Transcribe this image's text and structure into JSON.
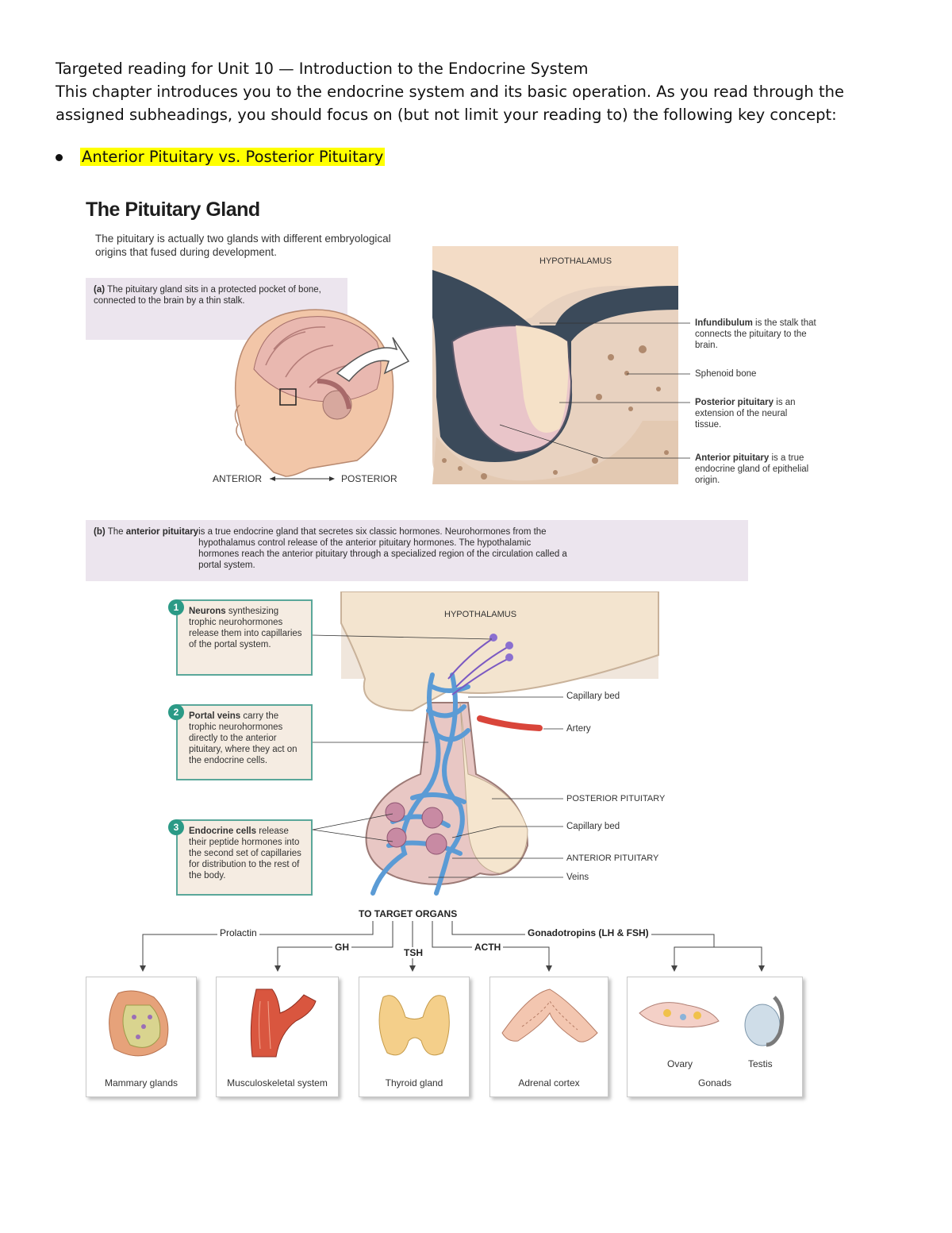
{
  "document": {
    "heading": "Targeted reading for Unit 10 — Introduction to the Endocrine System",
    "intro": "This chapter introduces you to the endocrine system and its basic operation. As you read through the assigned subheadings, you should focus on (but not limit your reading to) the following key concept:",
    "key_concept": "Anterior Pituitary vs. Posterior Pituitary"
  },
  "figure": {
    "title": "The Pituitary Gland",
    "subtitle": "The pituitary is actually two glands with different embryological origins that fused during development.",
    "panel_a": {
      "letter": "(a)",
      "caption": "The pituitary gland sits in a protected pocket of bone, connected to the brain by a thin stalk.",
      "anterior": "ANTERIOR",
      "posterior": "POSTERIOR",
      "hypothalamus": "HYPOTHALAMUS",
      "infundibulum_bold": "Infundibulum",
      "infundibulum_text": " is the stalk that connects the pituitary to the brain.",
      "sphenoid": "Sphenoid bone",
      "posterior_bold": "Posterior pituitary",
      "posterior_text": " is an extension of the neural tissue.",
      "anterior_bold": "Anterior pituitary",
      "anterior_text": " is a true endocrine gland of epithelial origin."
    },
    "panel_b": {
      "letter": "(b)",
      "caption_pre": "The ",
      "caption_bold": "anterior pituitary",
      "caption_post": " is a true endocrine gland that secretes six classic hormones. Neurohormones from the hypothalamus control release of the anterior pituitary hormones. The hypothalamic hormones reach the anterior pituitary through a specialized region of the circulation called a portal system.",
      "hypothalamus": "HYPOTHALAMUS",
      "steps": [
        {
          "num": "1",
          "bold": "Neurons",
          "text": " synthesizing trophic neurohormones release them into capillaries of the portal system."
        },
        {
          "num": "2",
          "bold": "Portal veins",
          "text": " carry the trophic neurohormones directly to the anterior pituitary, where they act on the endocrine cells."
        },
        {
          "num": "3",
          "bold": "Endocrine cells",
          "text": " release their peptide hormones into the second set of capillaries for distribution to the rest of the body."
        }
      ],
      "labels": {
        "capillary_bed_1": "Capillary bed",
        "artery": "Artery",
        "posterior_pituitary": "POSTERIOR PITUITARY",
        "capillary_bed_2": "Capillary bed",
        "anterior_pituitary": "ANTERIOR PITUITARY",
        "veins": "Veins"
      },
      "to_target": "TO TARGET ORGANS",
      "hormones": {
        "prolactin": "Prolactin",
        "gh": "GH",
        "tsh": "TSH",
        "acth": "ACTH",
        "gonadotropins": "Gonadotropins (LH & FSH)"
      },
      "organs": {
        "mammary": "Mammary glands",
        "musculo": "Musculoskeletal system",
        "thyroid": "Thyroid gland",
        "adrenal": "Adrenal cortex",
        "ovary": "Ovary",
        "testis": "Testis",
        "gonads": "Gonads"
      }
    }
  },
  "colors": {
    "highlight": "#ffff00",
    "caption_bg": "#ece5ee",
    "step_border": "#5aa79a",
    "step_number": "#2b9a86",
    "vessel_blue": "#5b9bd5",
    "artery_red": "#d9453a"
  }
}
